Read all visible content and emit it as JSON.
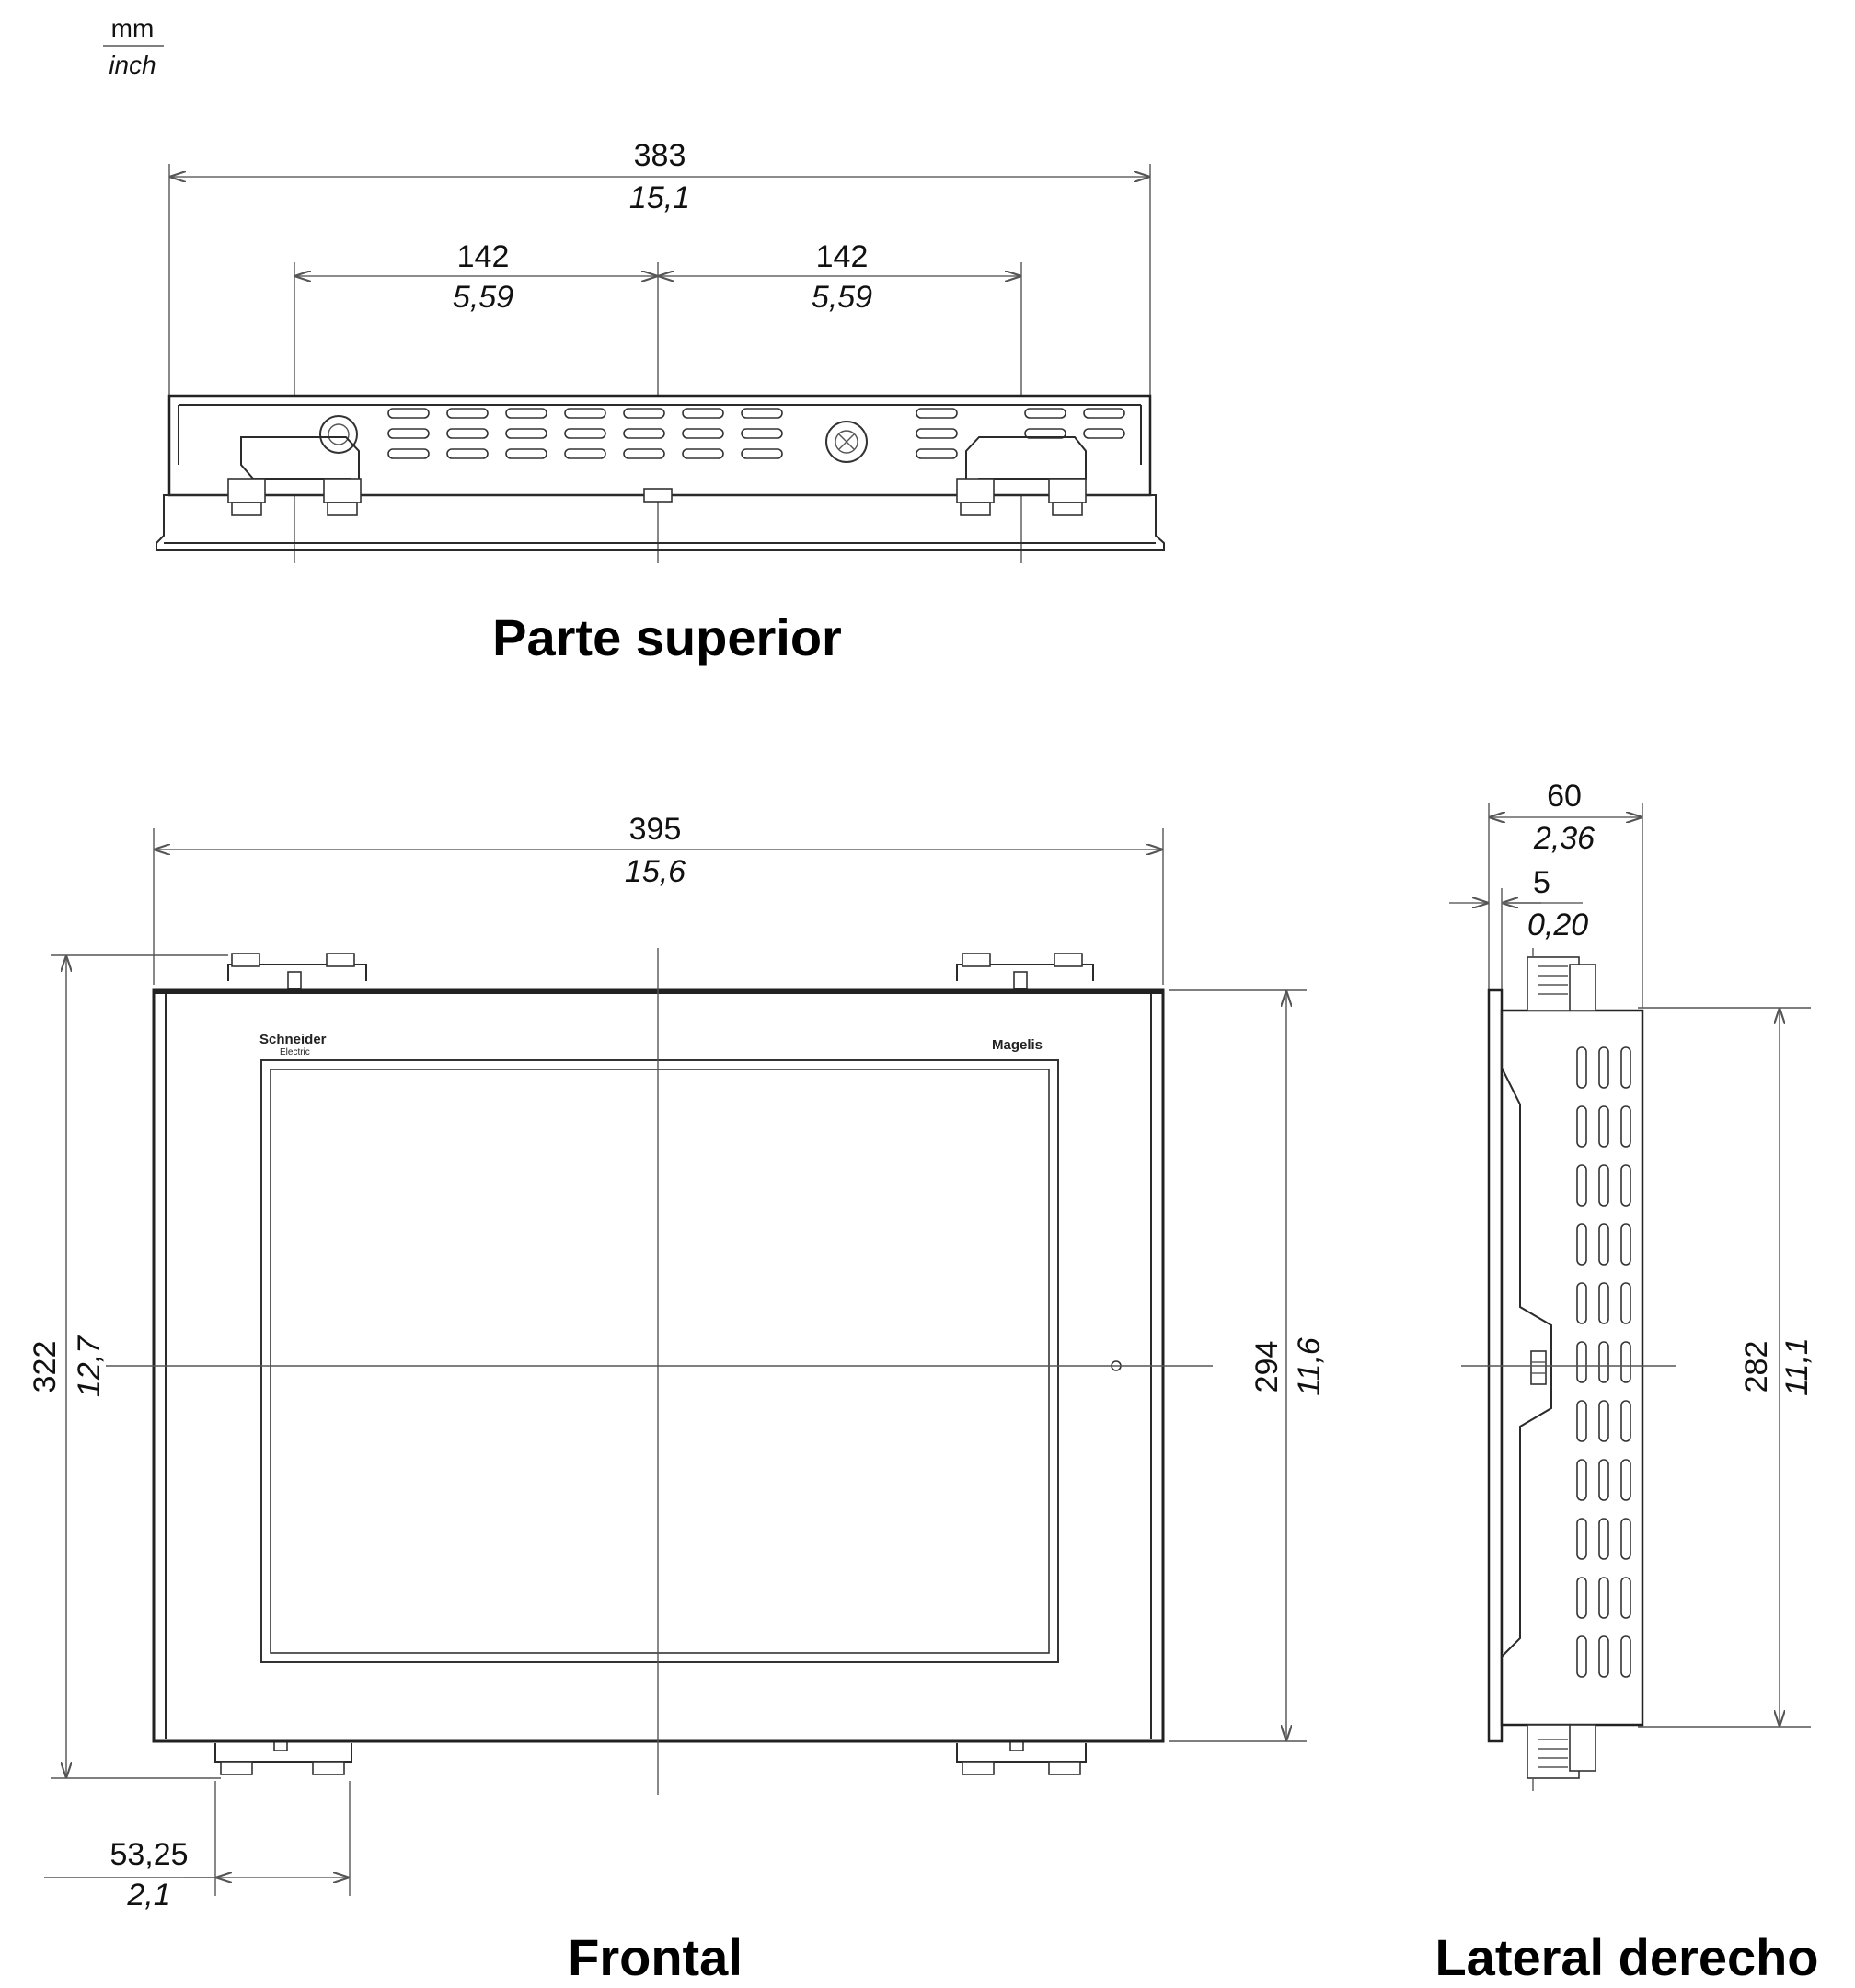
{
  "units": {
    "top": "mm",
    "bottom": "inch"
  },
  "views": {
    "top": {
      "title": "Parte superior",
      "overall_width": {
        "mm": "383",
        "inch": "15,1"
      },
      "left_half": {
        "mm": "142",
        "inch": "5,59"
      },
      "right_half": {
        "mm": "142",
        "inch": "5,59"
      }
    },
    "front": {
      "title": "Frontal",
      "overall_width": {
        "mm": "395",
        "inch": "15,6"
      },
      "overall_height": {
        "mm": "322",
        "inch": "12,7"
      },
      "body_height": {
        "mm": "294",
        "inch": "11,6"
      },
      "clip_offset": {
        "mm": "53,25",
        "inch": "2,1"
      },
      "brand_name": "Schneider",
      "brand_sub": "Electric",
      "product_name": "Magelis"
    },
    "side": {
      "title": "Lateral derecho",
      "depth": {
        "mm": "60",
        "inch": "2,36"
      },
      "bezel": {
        "mm": "5",
        "inch": "0,20"
      },
      "height": {
        "mm": "282",
        "inch": "11,1"
      }
    }
  }
}
